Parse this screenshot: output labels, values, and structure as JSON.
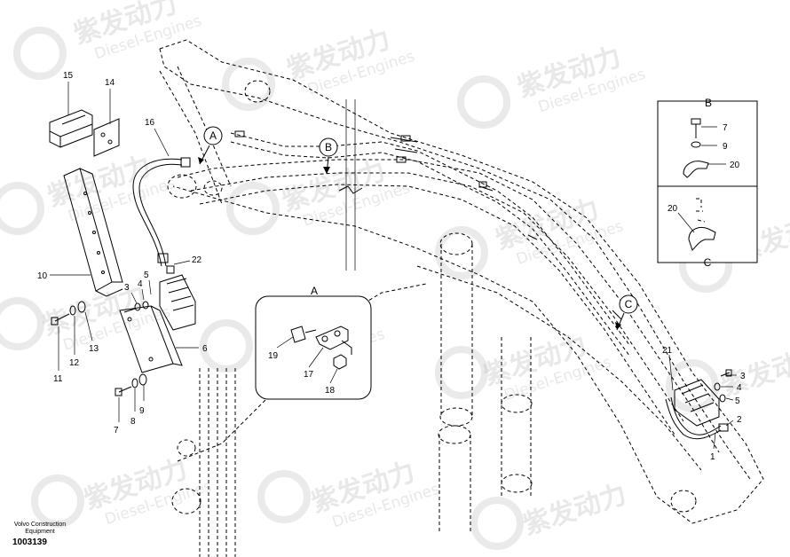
{
  "watermark": {
    "cn": "紫发动力",
    "en": "Diesel-Engines"
  },
  "part_callouts": {
    "p1": "1",
    "p2": "2",
    "p3": "3",
    "p4": "4",
    "p5": "5",
    "p6": "6",
    "p7": "7",
    "p8": "8",
    "p9": "9",
    "p10": "10",
    "p11": "11",
    "p12": "12",
    "p13": "13",
    "p14": "14",
    "p15": "15",
    "p16": "16",
    "p17": "17",
    "p18": "18",
    "p19": "19",
    "p20": "20",
    "p21": "21",
    "p22": "22"
  },
  "view_markers": {
    "a": "A",
    "b": "B",
    "c": "C"
  },
  "detail_callouts": {
    "b_7": "7",
    "b_9": "9",
    "b_20": "20",
    "c_20": "20",
    "a_19": "19",
    "a_17": "17",
    "a_18": "18",
    "r_3": "3",
    "r_4": "4",
    "r_5": "5",
    "r_2": "2",
    "r_1": "1",
    "r_21": "21"
  },
  "footer": {
    "brand_line1": "Volvo Construction",
    "brand_line2": "Equipment",
    "drawing_number": "1003139"
  }
}
